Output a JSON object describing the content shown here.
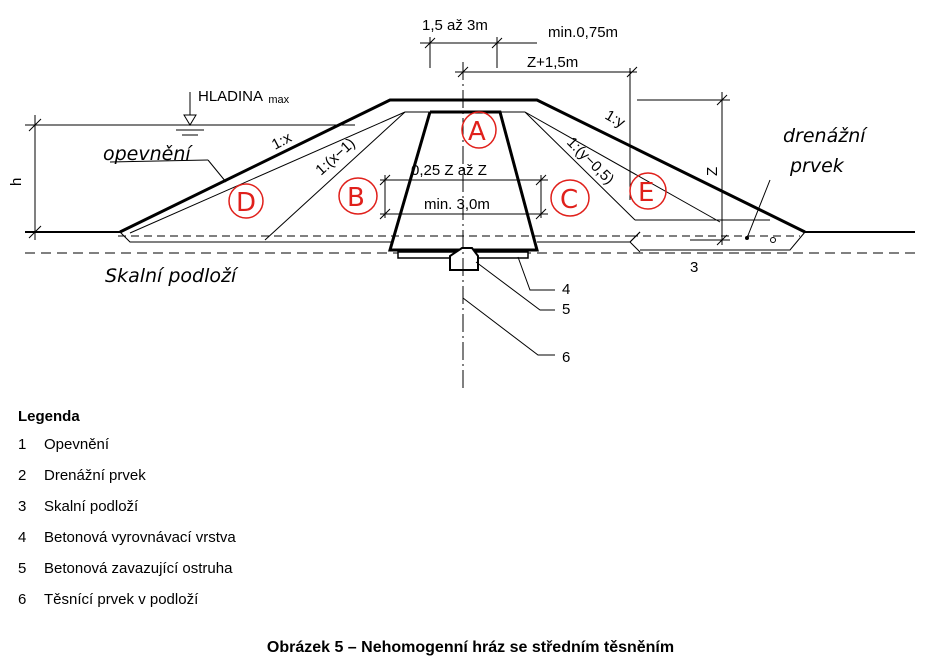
{
  "diagram": {
    "dims": {
      "crest_width": "1,5  až  3m",
      "min_offset": "min.0,75m",
      "z_plus": "Z+1,5m",
      "core_width": "0,25  Z  až  Z",
      "core_min": "min. 3,0m",
      "z": "Z",
      "h": "h"
    },
    "slopes": {
      "s1": "1:x",
      "s2": "1:(x−1)",
      "s3": "1:(y−0,5)",
      "s4": "1:y"
    },
    "water_level": {
      "main": "HLADINA",
      "sub": "max"
    },
    "handwritten": {
      "opevneni": "opevnění",
      "drenazni": "drenážní",
      "prvek": "prvek",
      "skalni": "Skalní podloží"
    },
    "zones": [
      "A",
      "B",
      "C",
      "D",
      "E"
    ],
    "callouts": [
      "3",
      "4",
      "5",
      "6"
    ]
  },
  "legend": {
    "title": "Legenda",
    "items": [
      {
        "num": "1",
        "text": "Opevnění"
      },
      {
        "num": "2",
        "text": "Drenážní prvek"
      },
      {
        "num": "3",
        "text": "Skalní podloží"
      },
      {
        "num": "4",
        "text": "Betonová vyrovnávací vrstva"
      },
      {
        "num": "5",
        "text": "Betonová zavazující ostruha"
      },
      {
        "num": "6",
        "text": "Těsnící prvek v podloží"
      }
    ]
  },
  "caption": "Obrázek 5 – Nehomogenní hráz se středním těsněním",
  "colors": {
    "line": "#000000",
    "zone": "#e0201b"
  }
}
